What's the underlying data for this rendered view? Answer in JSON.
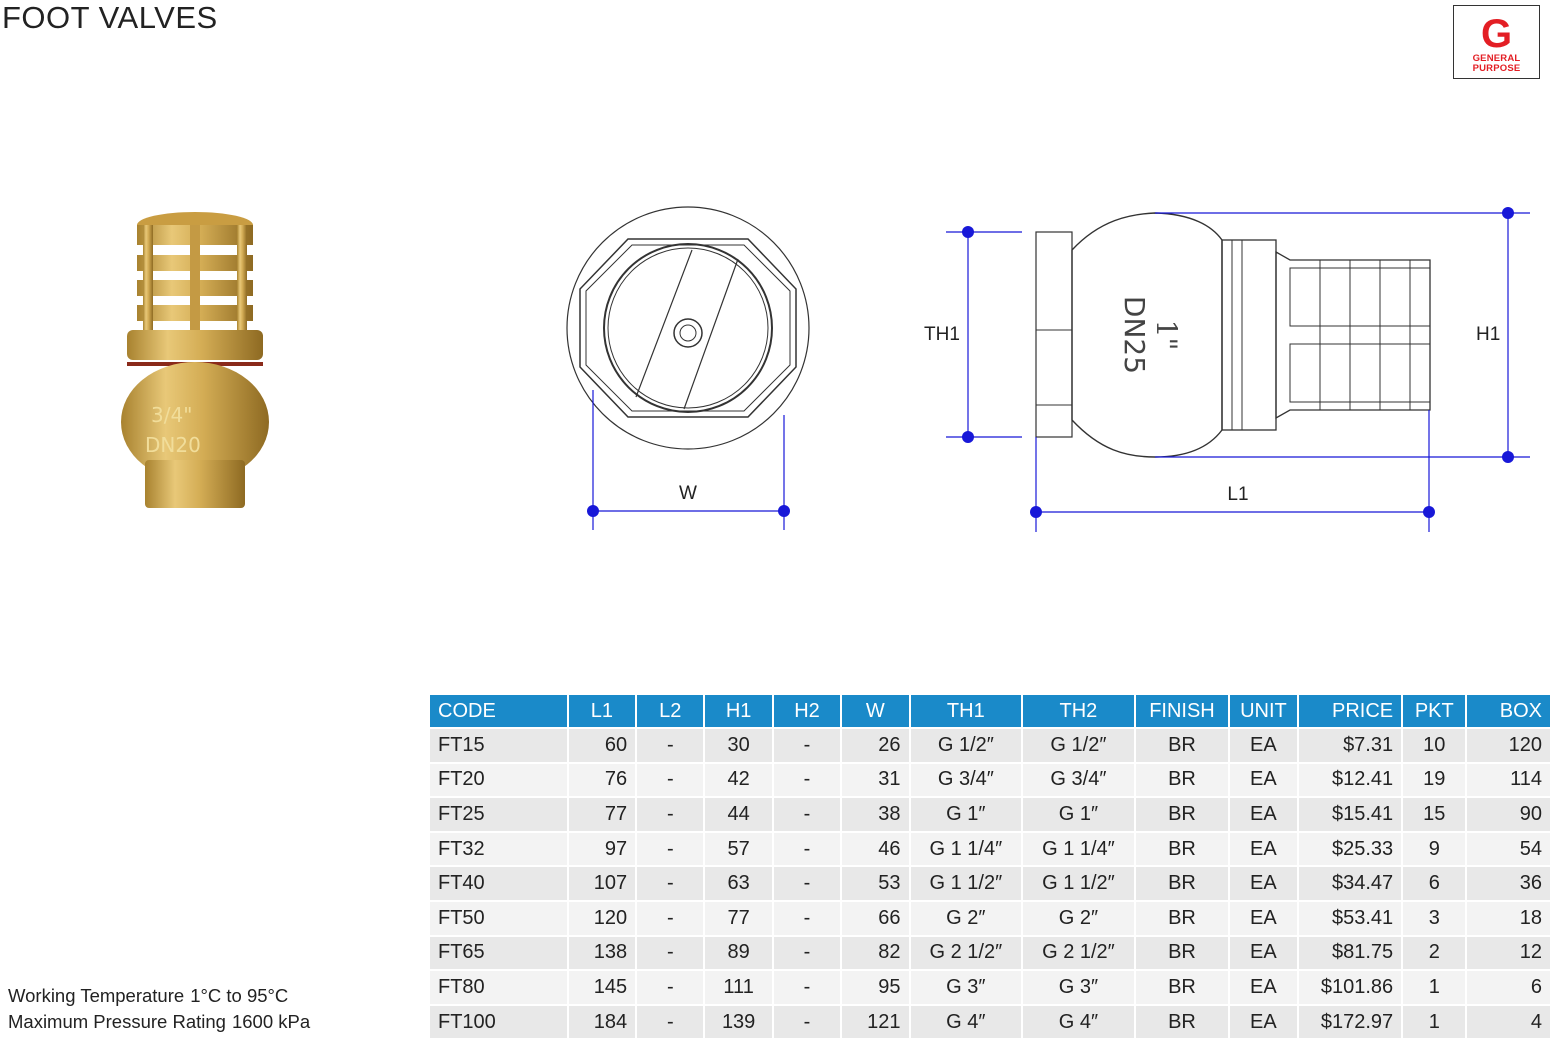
{
  "page": {
    "title": "FOOT VALVES",
    "badge": {
      "letter": "G",
      "line1": "GENERAL",
      "line2": "PURPOSE",
      "color": "#e31e24"
    },
    "accent": "#1a8ac9"
  },
  "photo": {
    "engraving_top": "3/4\"",
    "engraving_bottom": "DN20"
  },
  "diagram": {
    "dim_w": "W",
    "dim_th1": "TH1",
    "dim_h1": "H1",
    "dim_l1": "L1",
    "engraving_top": "1\"",
    "engraving_bottom": "DN25"
  },
  "specs": {
    "temp_label": "Working Temperature",
    "temp_value": "1°C to 95°C",
    "pressure_label": "Maximum Pressure Rating",
    "pressure_value": "1600 kPa"
  },
  "table": {
    "headers": [
      "CODE",
      "L1",
      "L2",
      "H1",
      "H2",
      "W",
      "TH1",
      "TH2",
      "FINISH",
      "UNIT",
      "PRICE",
      "PKT",
      "BOX"
    ],
    "rows": [
      [
        "FT15",
        "60",
        "-",
        "30",
        "-",
        "26",
        "G 1/2″",
        "G 1/2″",
        "BR",
        "EA",
        "$7.31",
        "10",
        "120"
      ],
      [
        "FT20",
        "76",
        "-",
        "42",
        "-",
        "31",
        "G 3/4″",
        "G 3/4″",
        "BR",
        "EA",
        "$12.41",
        "19",
        "114"
      ],
      [
        "FT25",
        "77",
        "-",
        "44",
        "-",
        "38",
        "G 1″",
        "G 1″",
        "BR",
        "EA",
        "$15.41",
        "15",
        "90"
      ],
      [
        "FT32",
        "97",
        "-",
        "57",
        "-",
        "46",
        "G 1 1/4″",
        "G 1 1/4″",
        "BR",
        "EA",
        "$25.33",
        "9",
        "54"
      ],
      [
        "FT40",
        "107",
        "-",
        "63",
        "-",
        "53",
        "G 1 1/2″",
        "G 1 1/2″",
        "BR",
        "EA",
        "$34.47",
        "6",
        "36"
      ],
      [
        "FT50",
        "120",
        "-",
        "77",
        "-",
        "66",
        "G 2″",
        "G 2″",
        "BR",
        "EA",
        "$53.41",
        "3",
        "18"
      ],
      [
        "FT65",
        "138",
        "-",
        "89",
        "-",
        "82",
        "G 2 1/2″",
        "G 2 1/2″",
        "BR",
        "EA",
        "$81.75",
        "2",
        "12"
      ],
      [
        "FT80",
        "145",
        "-",
        "111",
        "-",
        "95",
        "G 3″",
        "G 3″",
        "BR",
        "EA",
        "$101.86",
        "1",
        "6"
      ],
      [
        "FT100",
        "184",
        "-",
        "139",
        "-",
        "121",
        "G 4″",
        "G 4″",
        "BR",
        "EA",
        "$172.97",
        "1",
        "4"
      ]
    ]
  }
}
